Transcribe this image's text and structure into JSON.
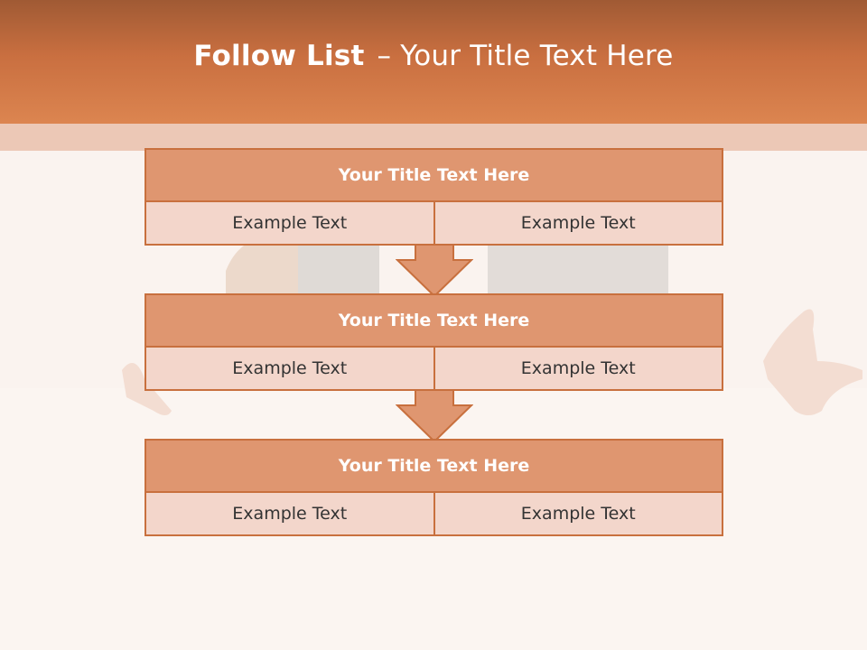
{
  "header": {
    "title_bold": "Follow List",
    "title_sep": "–",
    "title_rest": "Your Title Text Here"
  },
  "blocks": [
    {
      "title": "Your Title Text Here",
      "cells": [
        "Example Text",
        "Example Text"
      ]
    },
    {
      "title": "Your Title Text Here",
      "cells": [
        "Example Text",
        "Example Text"
      ]
    },
    {
      "title": "Your Title Text Here",
      "cells": [
        "Example Text",
        "Example Text"
      ]
    }
  ],
  "colors": {
    "header_top": "#a05a34",
    "header_bottom": "#dc8550",
    "block_title_fill": "#df9670",
    "block_row_fill": "#f3d6cb",
    "border": "#c8703e",
    "page_background": "#faf3ef"
  }
}
